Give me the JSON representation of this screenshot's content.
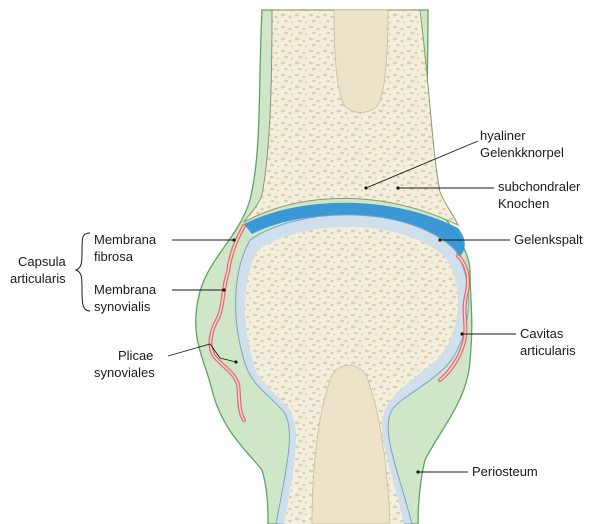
{
  "labels": {
    "hyaliner_1": "hyaliner",
    "hyaliner_2": "Gelenkknorpel",
    "subchondral_1": "subchondraler",
    "subchondral_2": "Knochen",
    "gelenkspalt": "Gelenkspalt",
    "cavitas_1": "Cavitas",
    "cavitas_2": "articularis",
    "periosteum": "Periosteum",
    "capsula_1": "Capsula",
    "capsula_2": "articularis",
    "fibrosa_1": "Membrana",
    "fibrosa_2": "fibrosa",
    "synovialis_1": "Membrana",
    "synovialis_2": "synovialis",
    "plicae_1": "Plicae",
    "plicae_2": "synoviales"
  },
  "colors": {
    "bone": "#f4eedc",
    "bone_texture": "#d8cfb4",
    "marrow": "#ece3c8",
    "cartilage": "#cfe0ec",
    "joint_space": "#2a8fd6",
    "periosteum": "#cfe6c8",
    "periosteum_line": "#5aa85a",
    "synovial": "#e06a6a",
    "synovial_fill": "#f7d2cf"
  }
}
